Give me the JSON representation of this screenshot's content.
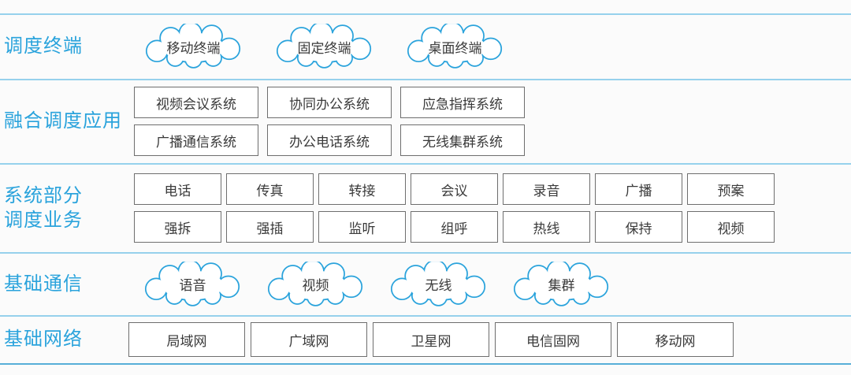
{
  "colors": {
    "accent_blue": "#2aa3dc",
    "divider_blue": "#96d1ec",
    "divider_bottom_blue": "#57aed8",
    "box_border_gray": "#6e6e6e",
    "text_gray": "#3a3a3a"
  },
  "diagram": {
    "terminals": {
      "label": "调度终端",
      "items": [
        "移动终端",
        "固定终端",
        "桌面终端"
      ]
    },
    "apps": {
      "label": "融合调度应用",
      "items": [
        "视频会议系统",
        "协同办公系统",
        "应急指挥系统",
        "广播通信系统",
        "办公电话系统",
        "无线集群系统"
      ]
    },
    "services": {
      "label_line1": "系统部分",
      "label_line2": "调度业务",
      "items": [
        "电话",
        "传真",
        "转接",
        "会议",
        "录音",
        "广播",
        "预案",
        "强拆",
        "强插",
        "监听",
        "组呼",
        "热线",
        "保持",
        "视频"
      ]
    },
    "comm": {
      "label": "基础通信",
      "items": [
        "语音",
        "视频",
        "无线",
        "集群"
      ]
    },
    "network": {
      "label": "基础网络",
      "items": [
        "局域网",
        "广域网",
        "卫星网",
        "电信固网",
        "移动网"
      ]
    }
  }
}
